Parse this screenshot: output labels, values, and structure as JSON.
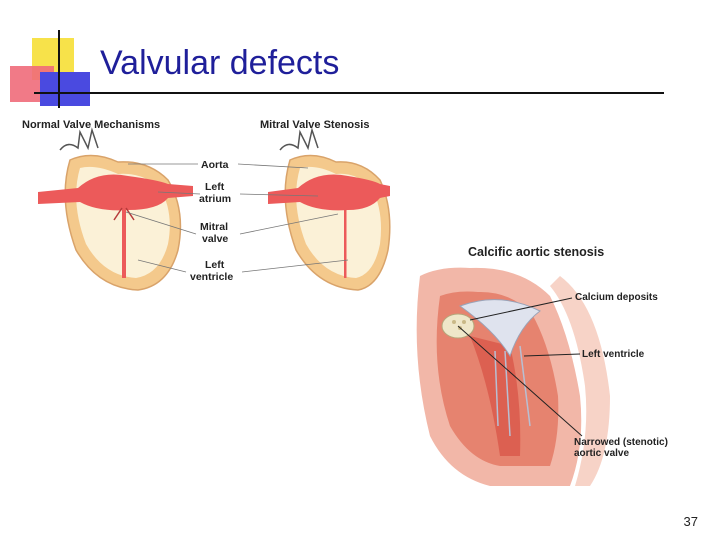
{
  "slide": {
    "title": "Valvular defects",
    "page_number": "37"
  },
  "left_figure": {
    "heading_normal": "Normal Valve Mechanisms",
    "heading_stenosis": "Mitral Valve Stenosis",
    "labels": {
      "aorta": "Aorta",
      "left_atrium_1": "Left",
      "left_atrium_2": "atrium",
      "mitral_1": "Mitral",
      "mitral_2": "valve",
      "left_ventricle_1": "Left",
      "left_ventricle_2": "ventricle"
    }
  },
  "right_figure": {
    "heading": "Calcific aortic stenosis",
    "labels": {
      "calcium": "Calcium deposits",
      "left_ventricle": "Left ventricle",
      "narrowed_1": "Narrowed (stenotic)",
      "narrowed_2": "aortic valve"
    }
  },
  "colors": {
    "title": "#1f1f9a",
    "heart_outer": "#f4c98c",
    "heart_inner": "#fbf1d7",
    "blood": "#ec5a5a"
  }
}
